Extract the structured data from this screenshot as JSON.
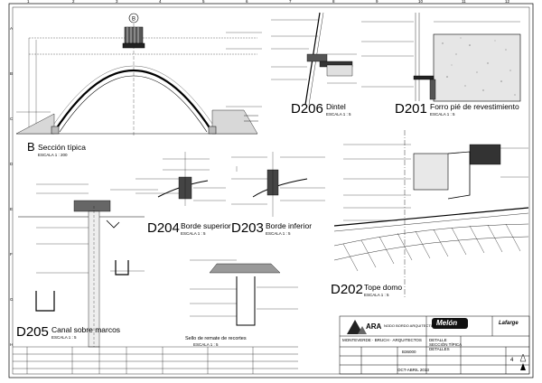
{
  "sheet": {
    "frame_columns": [
      "1",
      "2",
      "3",
      "4",
      "5",
      "6",
      "7",
      "8",
      "9",
      "10",
      "11",
      "12"
    ],
    "frame_rows": [
      "A",
      "B",
      "C",
      "D",
      "E",
      "F",
      "G",
      "H"
    ]
  },
  "details": {
    "section": {
      "code": "B",
      "name": "Sección típica",
      "scale": "ESCALA 1 : 200"
    },
    "d206": {
      "code": "D206",
      "name": "Dintel",
      "scale": "ESCALA 1 : 5"
    },
    "d201": {
      "code": "D201",
      "name": "Forro pié de revestimiento",
      "scale": "ESCALA 1 : 5"
    },
    "d204": {
      "code": "D204",
      "name": "Borde superior",
      "scale": "ESCALA 1 : 5"
    },
    "d203": {
      "code": "D203",
      "name": "Borde inferior",
      "scale": "ESCALA 1 : 5"
    },
    "d202": {
      "code": "D202",
      "name": "Tope domo",
      "scale": "ESCALA 1 : 5"
    },
    "d205": {
      "code": "D205",
      "name": "Canal sobre marcos",
      "scale": "ESCALA 1 : 5"
    },
    "sello": {
      "name": "Sello de remate de recortes",
      "scale": "ESCALA 1 : 5"
    }
  },
  "title_block": {
    "firm_short": "ARA",
    "firm_line": "NODO BORDO ARQUITECTOS",
    "architects": "MONTEVERDE · BRUCH · ARQUITECTOS",
    "brand": "Melón",
    "brand_sub": "Lafarge",
    "project_number": "B36000",
    "sheet_number": "4",
    "date": "OCT-ABRIL 2013",
    "title_lines": [
      "DETALLE",
      "SECCIÓN TÍPICA",
      "DETALLES"
    ]
  },
  "marker": "B"
}
